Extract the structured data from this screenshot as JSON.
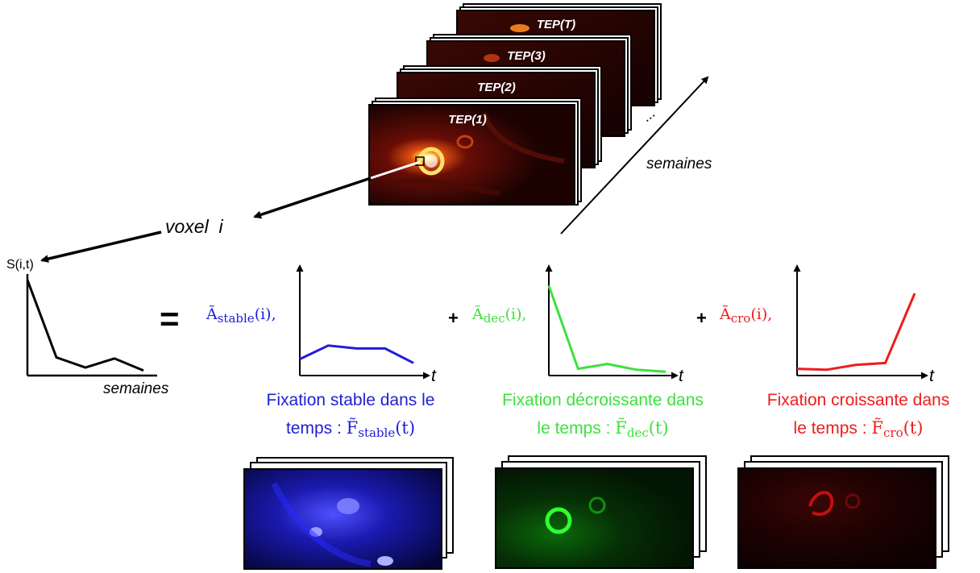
{
  "pet_stack": {
    "frames": [
      "TEP(1)",
      "TEP(2)",
      "TEP(3)",
      "TEP(T)"
    ],
    "ellipsis": "...",
    "time_axis_label": "semaines"
  },
  "voxel_label": "voxel  i",
  "signal_plot": {
    "ylabel": "S(i,t)",
    "xlabel": "semaines",
    "values": [
      0.95,
      0.18,
      0.08,
      0.17,
      0.05
    ]
  },
  "equals": "=",
  "plus": "+",
  "components": [
    {
      "coef_symbol": "Ã",
      "coef_sub": "stable",
      "coef_arg": "(i),",
      "axis_label": "t",
      "color": "#1f1fd6",
      "caption_line1": "Fixation stable dans le",
      "caption_line2_prefix": "temps : ",
      "caption_symbol": "F̃",
      "caption_sub": "stable",
      "caption_arg": "(t)",
      "curve": [
        0.17,
        0.31,
        0.28,
        0.28,
        0.13
      ],
      "image_color": "blue"
    },
    {
      "coef_symbol": "Ã",
      "coef_sub": "dec",
      "coef_arg": "(i),",
      "axis_label": "t",
      "color": "#3ee03e",
      "caption_line1": "Fixation décroissante dans",
      "caption_line2_prefix": "le temps : ",
      "caption_symbol": "F̃",
      "caption_sub": "dec",
      "caption_arg": "(t)",
      "curve": [
        0.93,
        0.07,
        0.12,
        0.06,
        0.04
      ],
      "image_color": "green"
    },
    {
      "coef_symbol": "Ã",
      "coef_sub": "cro",
      "coef_arg": "(i),",
      "axis_label": "t",
      "color": "#ee1c1c",
      "caption_line1": "Fixation croissante dans",
      "caption_line2_prefix": "le temps : ",
      "caption_symbol": "F̃",
      "caption_sub": "cro",
      "caption_arg": "(t)",
      "curve": [
        0.07,
        0.06,
        0.11,
        0.13,
        0.85
      ],
      "image_color": "red"
    }
  ]
}
